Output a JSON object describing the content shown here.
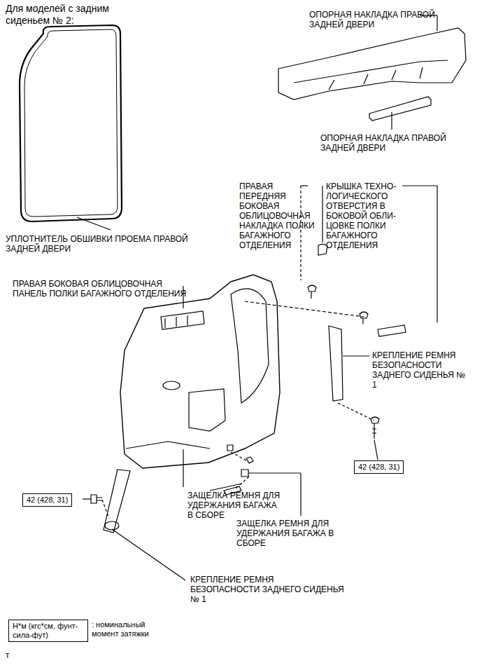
{
  "diagram": {
    "title": "Для моделей с задним сиденьем № 2:",
    "nodes": [
      {
        "text": [
          "42 (428, 31)"
        ]
      },
      {
        "text": [
          "42 (428, 31)"
        ]
      },
      {
        "text": [
          "Н*м (кгс*см, фунт-сила-фут)",
          ": номинальный момент затяжки"
        ]
      }
    ],
    "labels": [
      "ОПОРНАЯ НАКЛАДКА ПРАВОЙ ЗАДНЕЙ ДВЕРИ",
      "ОПОРНАЯ НАКЛАДКА ПРАВОЙ ЗАДНЕЙ ДВЕРИ",
      "УПЛОТНИТЕЛЬ ОБШИВКИ ПРОЕМА ПРАВОЙ ЗАДНЕЙ ДВЕРИ",
      "ПРАВАЯ ПЕРЕДНЯЯ БОКОВАЯ ОБЛИЦОВОЧНАЯ НАКЛАДКА ПОЛКИ БАГАЖНОГО ОТДЕЛЕНИЯ",
      "КРЫШКА ТЕХНО- ЛОГИЧЕСКОГО ОТВЕРСТИЯ В БОКОВОЙ ОБЛИ- ЦОВКЕ ПОЛКИ БАГАЖНОГО ОТДЕЛЕНИЯ",
      "ПРАВАЯ БОКОВАЯ ОБЛИЦОВОЧНАЯ ПАНЕЛЬ ПОЛКИ БАГАЖНОГО ОТДЕЛЕНИЯ",
      "КРЕПЛЕНИЕ РЕМНЯ БЕЗОПАСНОСТИ ЗАДНЕГО СИДЕНЬЯ № 1",
      "ЗАЩЕЛКА РЕМНЯ ДЛЯ УДЕРЖАНИЯ БАГАЖА В СБОРЕ",
      "ЗАЩЕЛКА РЕМНЯ ДЛЯ УДЕРЖАНИЯ БАГАЖА В СБОРЕ",
      "КРЕПЛЕНИЕ РЕМНЯ БЕЗОПАСНОСТИ ЗАДНЕГО СИДЕНЬЯ № 1",
      "т"
    ]
  }
}
